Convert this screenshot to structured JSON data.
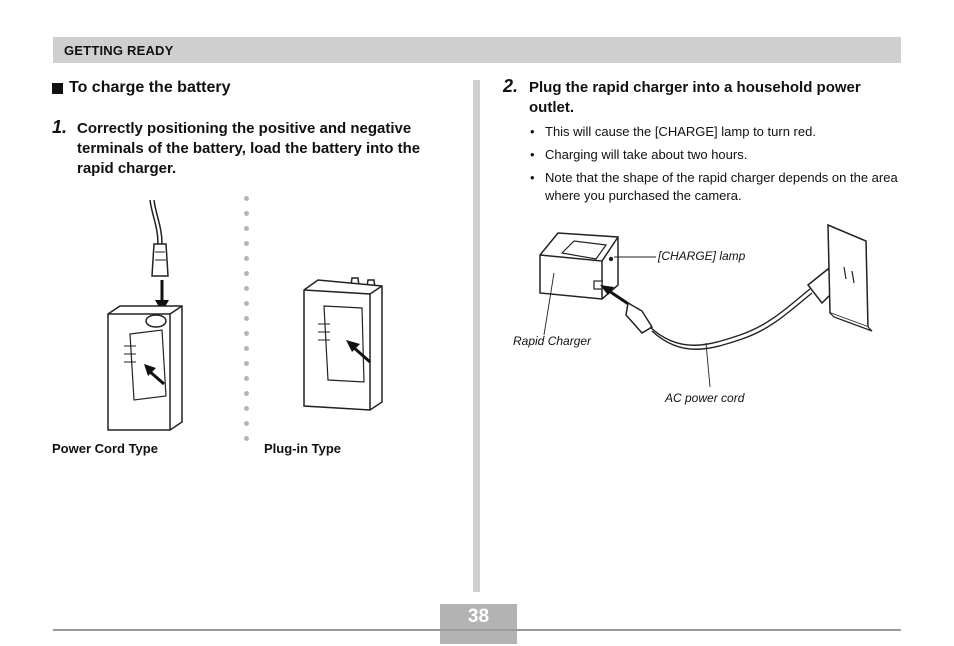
{
  "header": {
    "section": "GETTING READY"
  },
  "left": {
    "subheading": "To charge the battery",
    "step1": {
      "number": "1.",
      "text": "Correctly positioning the positive and negative terminals of the battery, load the battery into the rapid charger."
    },
    "captions": {
      "power_cord": "Power Cord Type",
      "plug_in": "Plug-in Type"
    }
  },
  "right": {
    "step2": {
      "number": "2.",
      "text": "Plug the rapid charger into a household power outlet."
    },
    "bullets": [
      "This will cause the [CHARGE] lamp to turn red.",
      "Charging will take about two hours.",
      "Note that the shape of the rapid charger depends on the area where you purchased the camera."
    ],
    "figure_labels": {
      "charge_lamp": "[CHARGE] lamp",
      "rapid_charger": "Rapid Charger",
      "ac_cord": "AC power cord"
    }
  },
  "footer": {
    "page_number": "38"
  },
  "colors": {
    "band": "#cfcfcf",
    "page_box": "#b3b3b3",
    "rule": "#9a9a9a",
    "text": "#111111"
  }
}
